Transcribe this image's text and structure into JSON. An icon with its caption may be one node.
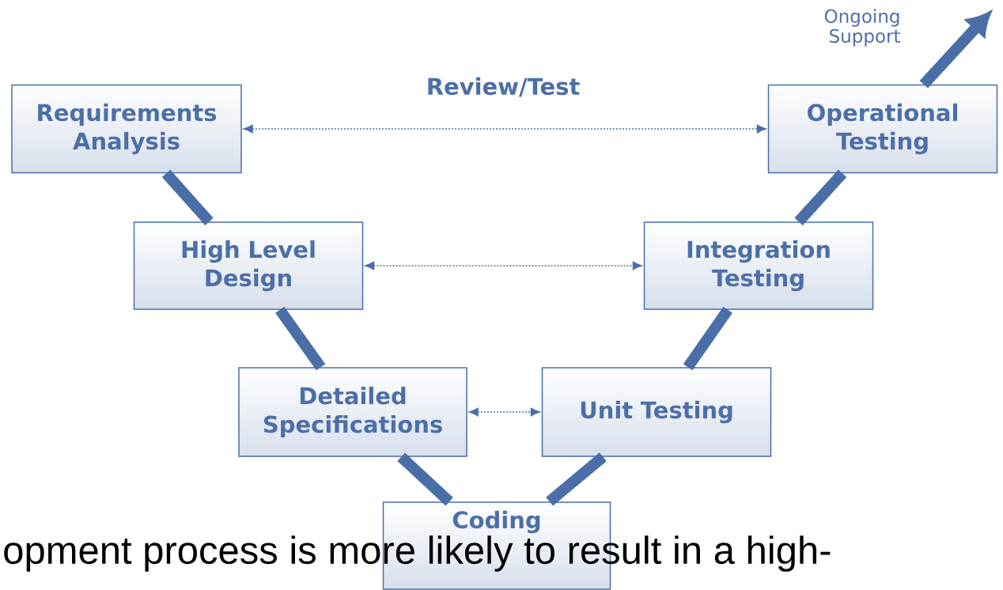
{
  "diagram": {
    "nodes": [
      {
        "text": [
          "Requirements Analysis"
        ]
      },
      {
        "text": [
          "Operational Testing"
        ]
      },
      {
        "text": [
          "High Level Design"
        ]
      },
      {
        "text": [
          "Integration Testing"
        ]
      },
      {
        "text": [
          "Detailed Specifications"
        ]
      },
      {
        "text": [
          "Unit Testing"
        ]
      },
      {
        "text": [
          "Coding"
        ]
      }
    ],
    "edges": [
      {
        "from": 0,
        "to": 2,
        "arrow": "none"
      },
      {
        "from": 2,
        "to": 4,
        "arrow": "none"
      },
      {
        "from": 4,
        "to": 6,
        "arrow": "none"
      },
      {
        "from": 6,
        "to": 5,
        "arrow": "none"
      },
      {
        "from": 5,
        "to": 3,
        "arrow": "none"
      },
      {
        "from": 3,
        "to": 1,
        "arrow": "none"
      },
      {
        "from": 1,
        "to": null,
        "arrow": "to",
        "label": "Ongoing Support"
      },
      {
        "from": 0,
        "to": 1,
        "arrow": "both",
        "style": "dashed",
        "label": "Review/Test"
      },
      {
        "from": 2,
        "to": 3,
        "arrow": "both",
        "style": "dashed"
      },
      {
        "from": 4,
        "to": 5,
        "arrow": "both",
        "style": "dashed"
      }
    ],
    "labels": [
      "opment process is more likely to result in a high-"
    ]
  }
}
